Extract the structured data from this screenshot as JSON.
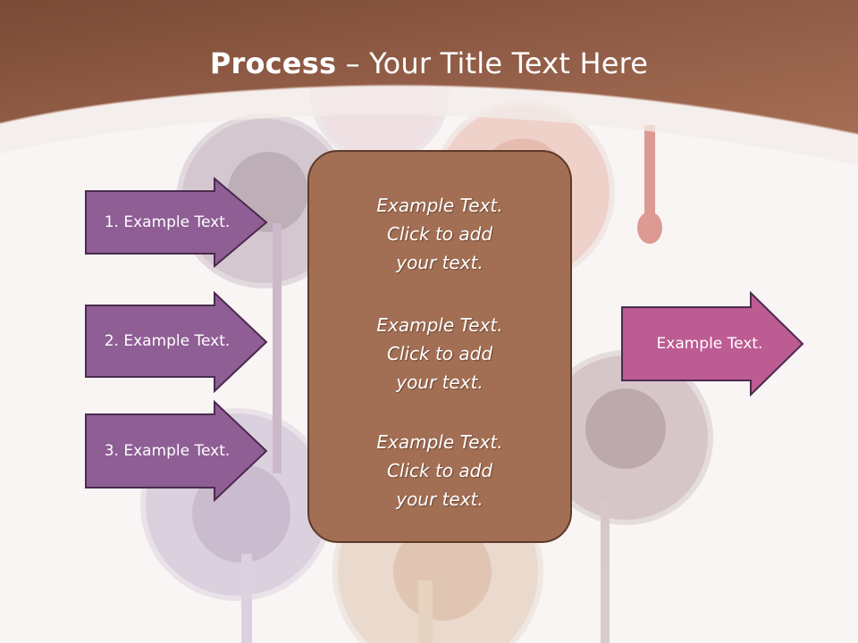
{
  "title": {
    "bold": "Process",
    "rest": " – Your Title Text Here"
  },
  "left_arrows": [
    {
      "label": "1. Example Text."
    },
    {
      "label": "2. Example Text."
    },
    {
      "label": "3. Example Text."
    }
  ],
  "center_box": {
    "paragraphs": [
      "Example Text.\nClick  to add\nyour text.",
      "Example Text.\nClick  to add\nyour text.",
      "Example Text.\nClick  to add\nyour text."
    ]
  },
  "right_arrow": {
    "label": "Example Text."
  },
  "colors": {
    "header_brown": "#8e5a43",
    "arrow_purple": "#8f5e95",
    "arrow_border": "#4a2a4e",
    "right_arrow_pink": "#bd5b93",
    "center_box": "#a26f54"
  }
}
